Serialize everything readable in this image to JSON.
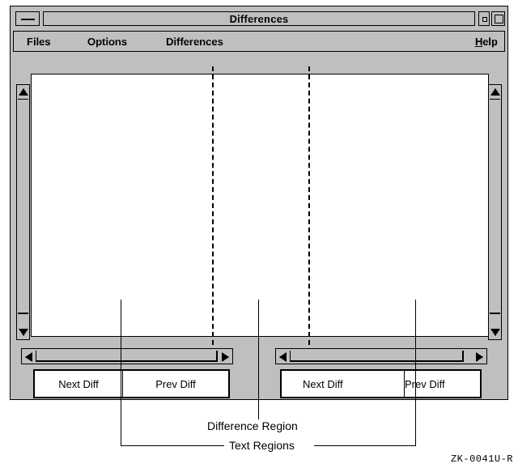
{
  "figure": {
    "id": "ZK-0041U-R"
  },
  "window": {
    "title": "Differences",
    "controls": {
      "menu_button": "window-menu",
      "minimize": "minimize",
      "maximize": "maximize"
    }
  },
  "menubar": {
    "items": [
      {
        "label": "Files"
      },
      {
        "label": "Options"
      },
      {
        "label": "Differences"
      }
    ],
    "help": {
      "mnemonic": "H",
      "rest": "elp"
    }
  },
  "scrollbars": {
    "vertical_left": {
      "up_icon": "arrow-up-icon",
      "down_icon": "arrow-down-icon"
    },
    "vertical_right": {
      "up_icon": "arrow-up-icon",
      "down_icon": "arrow-down-icon"
    },
    "horizontal_left": {
      "left_icon": "arrow-left-icon",
      "right_icon": "arrow-right-icon"
    },
    "horizontal_right": {
      "left_icon": "arrow-left-icon",
      "right_icon": "arrow-right-icon"
    }
  },
  "panels": {
    "left": {
      "buttons": [
        {
          "label": "Next Diff"
        },
        {
          "label": "Prev Diff"
        }
      ]
    },
    "right": {
      "buttons": [
        {
          "label": "Next Diff"
        },
        {
          "label": "Prev Diff"
        }
      ]
    }
  },
  "annotations": {
    "difference_region": "Difference Region",
    "text_regions": "Text Regions"
  },
  "colors": {
    "ink": "#000000",
    "paper": "#ffffff"
  }
}
